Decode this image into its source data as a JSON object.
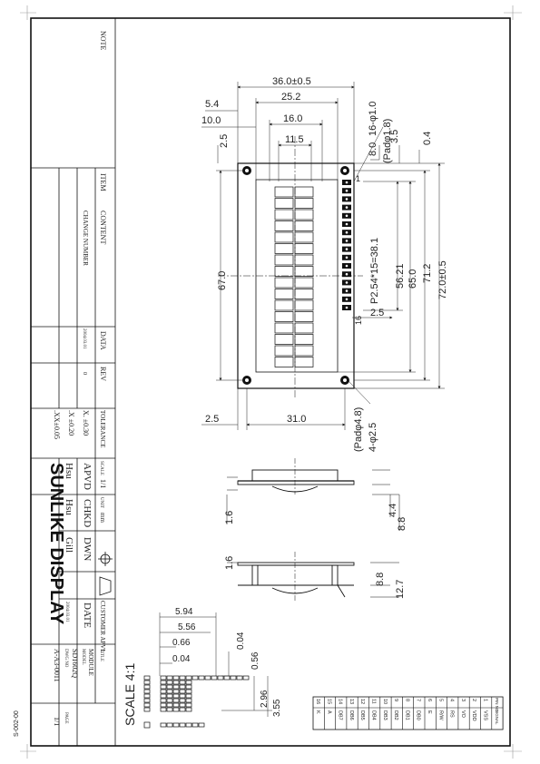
{
  "side_code": "S-002-00",
  "title_block": {
    "note": "NOTE",
    "item": "ITEM",
    "content": "CONTENT",
    "change_number": "CHANGE NUMBER",
    "data": "DATA",
    "data_value": "2004.03.01",
    "rev": "REV",
    "rev_value": "0",
    "tolerance": "TOLERANCE",
    "tol_x": "X.  ±0.30",
    "tol_xx": ".X  ±0.20",
    "tol_xxx": ".XX±0.05",
    "scale_label": "SCALE",
    "scale_value": "1/1",
    "unit_label": "UNIT",
    "unit_value": "mm",
    "apvd": "APVD",
    "chkd": "CHKD",
    "dwn": "DWN",
    "apvd_name": "Hsu",
    "chkd_name": "Hsu",
    "dwn_name": "Gill",
    "customer_apvl": "CUSTOMER APVL",
    "date_label": "DATE",
    "date_value": "2004.03.01",
    "company": "SUNLIKE DISPLAY",
    "title_label": "TITLE",
    "title_value": "MODULE",
    "model_label": "MODEL",
    "model_value": "SD1602Q",
    "dwg_label": "DWG NO",
    "dwg_value": "A-A3-0011",
    "page_label": "PAGE",
    "page_value": "1/1"
  },
  "dims": {
    "d360": "36.0±0.5",
    "d252": "25.2",
    "d160": "16.0",
    "d115": "11.5",
    "d54": "5.4",
    "d100": "10.0",
    "d25a": "2.5",
    "pad_holes": "16-φ1.0",
    "pad_holes_dia": "(Padφ1.8)",
    "d80": "8.0",
    "d35": "3.5",
    "d04": "0.4",
    "d670": "67.0",
    "pitch": "P2.54*15=38.1",
    "d5621": "56.21",
    "d650": "65.0",
    "d712": "71.2",
    "d720": "72.0±0.5",
    "pin1": "1",
    "pin16": "16",
    "d25b": "2.5",
    "mount": "4-φ2.5",
    "mount_pad": "(Padφ4.8)",
    "d25c": "2.5",
    "d310": "31.0",
    "d16a": "1.6",
    "d44": "4.4",
    "d88a": "8.8",
    "d16b": "1.6",
    "d88b": "8.8",
    "d127": "12.7",
    "d594": "5.94",
    "d556": "5.56",
    "d066": "0.66",
    "d004a": "0.04",
    "d004b": "0.04",
    "d056": "0.56",
    "d296": "2.96",
    "d355": "3.55",
    "scale_detail": "SCALE 4:1"
  },
  "pin_table": {
    "pin_no_header": "PIN NO",
    "signal_header": "SIGNAL",
    "pins": [
      {
        "no": "1",
        "sig": "VSS"
      },
      {
        "no": "2",
        "sig": "VDD"
      },
      {
        "no": "3",
        "sig": "VO"
      },
      {
        "no": "4",
        "sig": "RS"
      },
      {
        "no": "5",
        "sig": "R/W"
      },
      {
        "no": "6",
        "sig": "E"
      },
      {
        "no": "7",
        "sig": "DB0"
      },
      {
        "no": "8",
        "sig": "DB1"
      },
      {
        "no": "9",
        "sig": "DB2"
      },
      {
        "no": "10",
        "sig": "DB3"
      },
      {
        "no": "11",
        "sig": "DB4"
      },
      {
        "no": "12",
        "sig": "DB5"
      },
      {
        "no": "13",
        "sig": "DB6"
      },
      {
        "no": "14",
        "sig": "DB7"
      },
      {
        "no": "15",
        "sig": "A"
      },
      {
        "no": "16",
        "sig": "K"
      }
    ]
  }
}
